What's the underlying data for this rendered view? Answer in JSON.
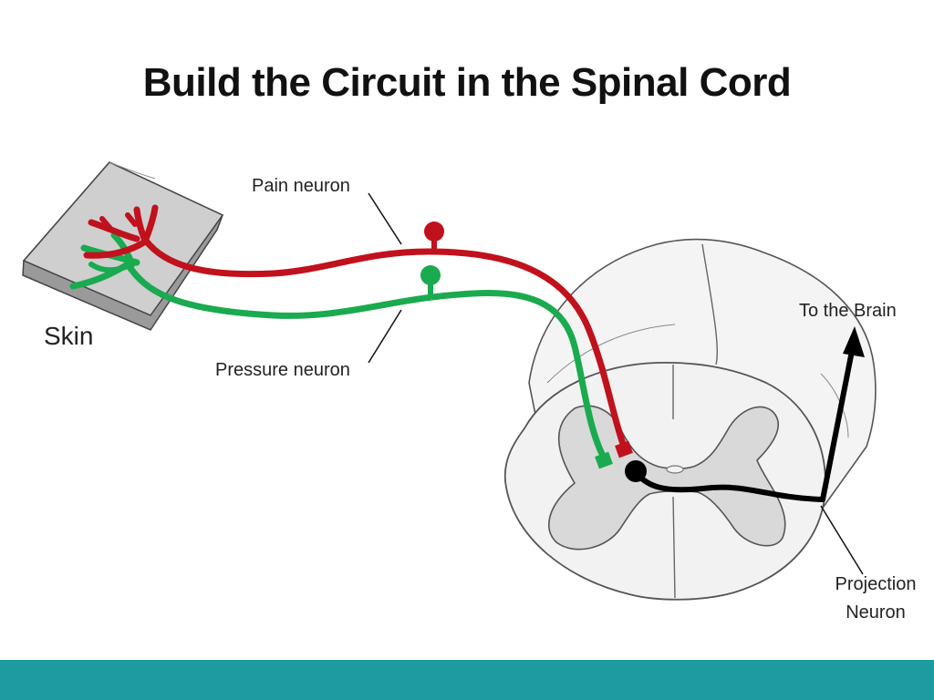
{
  "title": "Build the Circuit in the Spinal Cord",
  "labels": {
    "skin": "Skin",
    "pain_neuron": "Pain neuron",
    "pressure_neuron": "Pressure neuron",
    "to_brain": "To the Brain",
    "projection_line1": "Projection",
    "projection_line2": "Neuron"
  },
  "colors": {
    "pain": "#c0111d",
    "pressure": "#1aaa4f",
    "projection": "#000000",
    "footer": "#1e9ba0",
    "tissue_fill": "#d9d9d9",
    "cord_fill": "#f2f2f2"
  }
}
